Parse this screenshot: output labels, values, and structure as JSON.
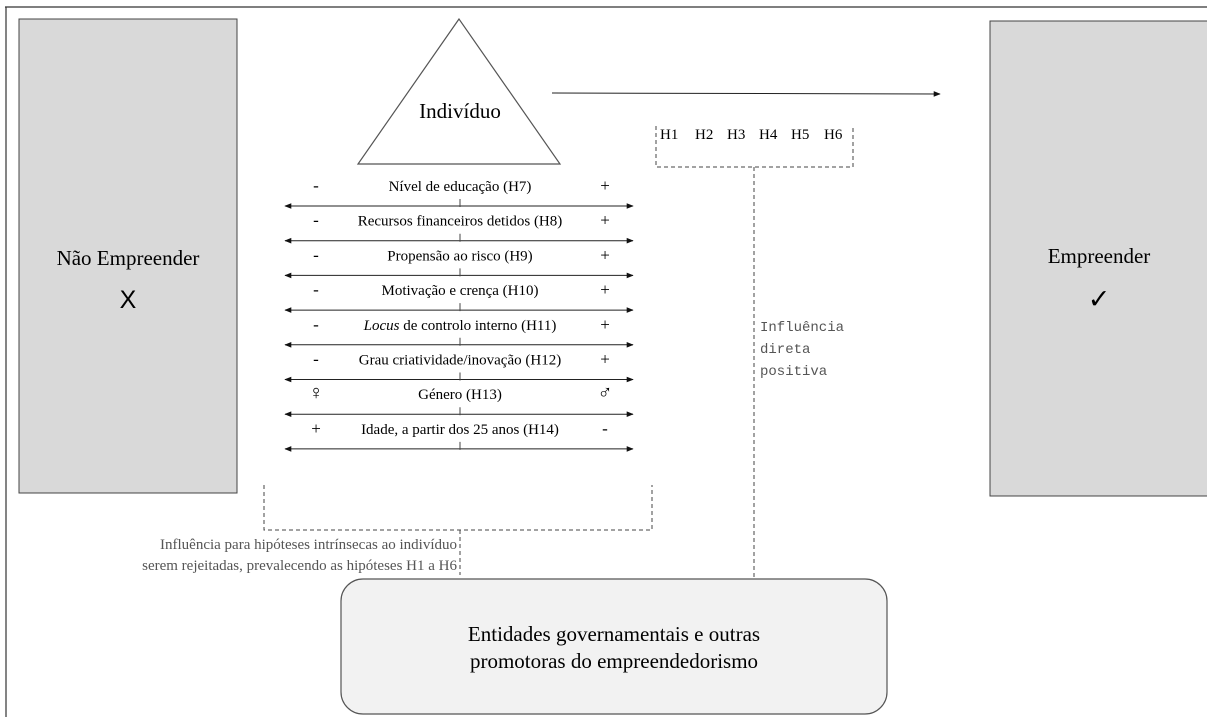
{
  "left_box": {
    "label": "Não Empreender",
    "mark": "X"
  },
  "right_box": {
    "label": "Empreender",
    "mark": "✓"
  },
  "individual": {
    "label": "Indivíduo"
  },
  "hypotheses_group": [
    "H1",
    "H2",
    "H3",
    "H4",
    "H5",
    "H6"
  ],
  "scales": [
    {
      "label": "Nível de educação (H7)",
      "left": "-",
      "right": "+",
      "italic_prefix": ""
    },
    {
      "label": "Recursos financeiros detidos (H8)",
      "left": "-",
      "right": "+",
      "italic_prefix": ""
    },
    {
      "label": "Propensão ao risco (H9)",
      "left": "-",
      "right": "+",
      "italic_prefix": ""
    },
    {
      "label": "Motivação e crença (H10)",
      "left": "-",
      "right": "+",
      "italic_prefix": ""
    },
    {
      "label": " de controlo interno (H11)",
      "left": "-",
      "right": "+",
      "italic_prefix": "Locus"
    },
    {
      "label": "Grau criatividade/inovação (H12)",
      "left": "-",
      "right": "+",
      "italic_prefix": ""
    },
    {
      "label": "Género (H13)",
      "left": "♀",
      "right": "♂",
      "italic_prefix": ""
    },
    {
      "label": "Idade, a partir dos 25 anos (H14)",
      "left": "+",
      "right": "-",
      "italic_prefix": ""
    }
  ],
  "influence_positive": [
    "Influência",
    "direta",
    "positiva"
  ],
  "influence_intrinsic": [
    "Influência para hipóteses intrínsecas ao indivíduo",
    "serem rejeitadas, prevalecendo as hipóteses H1 a H6"
  ],
  "entities": {
    "line1": "Entidades governamentais e outras",
    "line2": "promotoras do empreendedorismo"
  },
  "colors": {
    "box_fill": "#d9d9d9",
    "stroke": "#333333",
    "note_text": "#555555"
  }
}
